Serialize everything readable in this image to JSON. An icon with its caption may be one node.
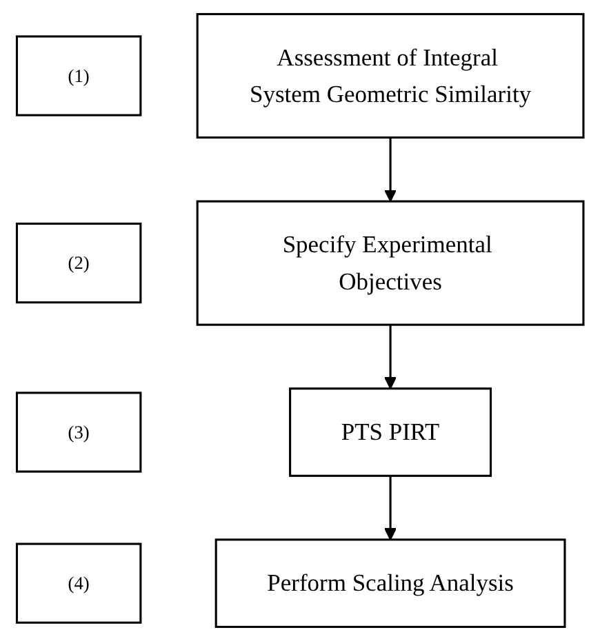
{
  "diagram": {
    "nodes": [
      {
        "text": [
          "(1)"
        ]
      },
      {
        "text": [
          "Assessment of Integral System Geometric Similarity"
        ]
      },
      {
        "text": [
          "(2)"
        ]
      },
      {
        "text": [
          "Specify Experimental Objectives"
        ]
      },
      {
        "text": [
          "(3)"
        ]
      },
      {
        "text": [
          "PTS PIRT"
        ]
      },
      {
        "text": [
          "(4)"
        ]
      },
      {
        "text": [
          "Perform Scaling Analysis"
        ]
      }
    ],
    "edges": [
      {
        "from": 1,
        "to": 3,
        "arrow": "to"
      },
      {
        "from": 3,
        "to": 5,
        "arrow": "to"
      },
      {
        "from": 5,
        "to": 7,
        "arrow": "to"
      }
    ]
  }
}
